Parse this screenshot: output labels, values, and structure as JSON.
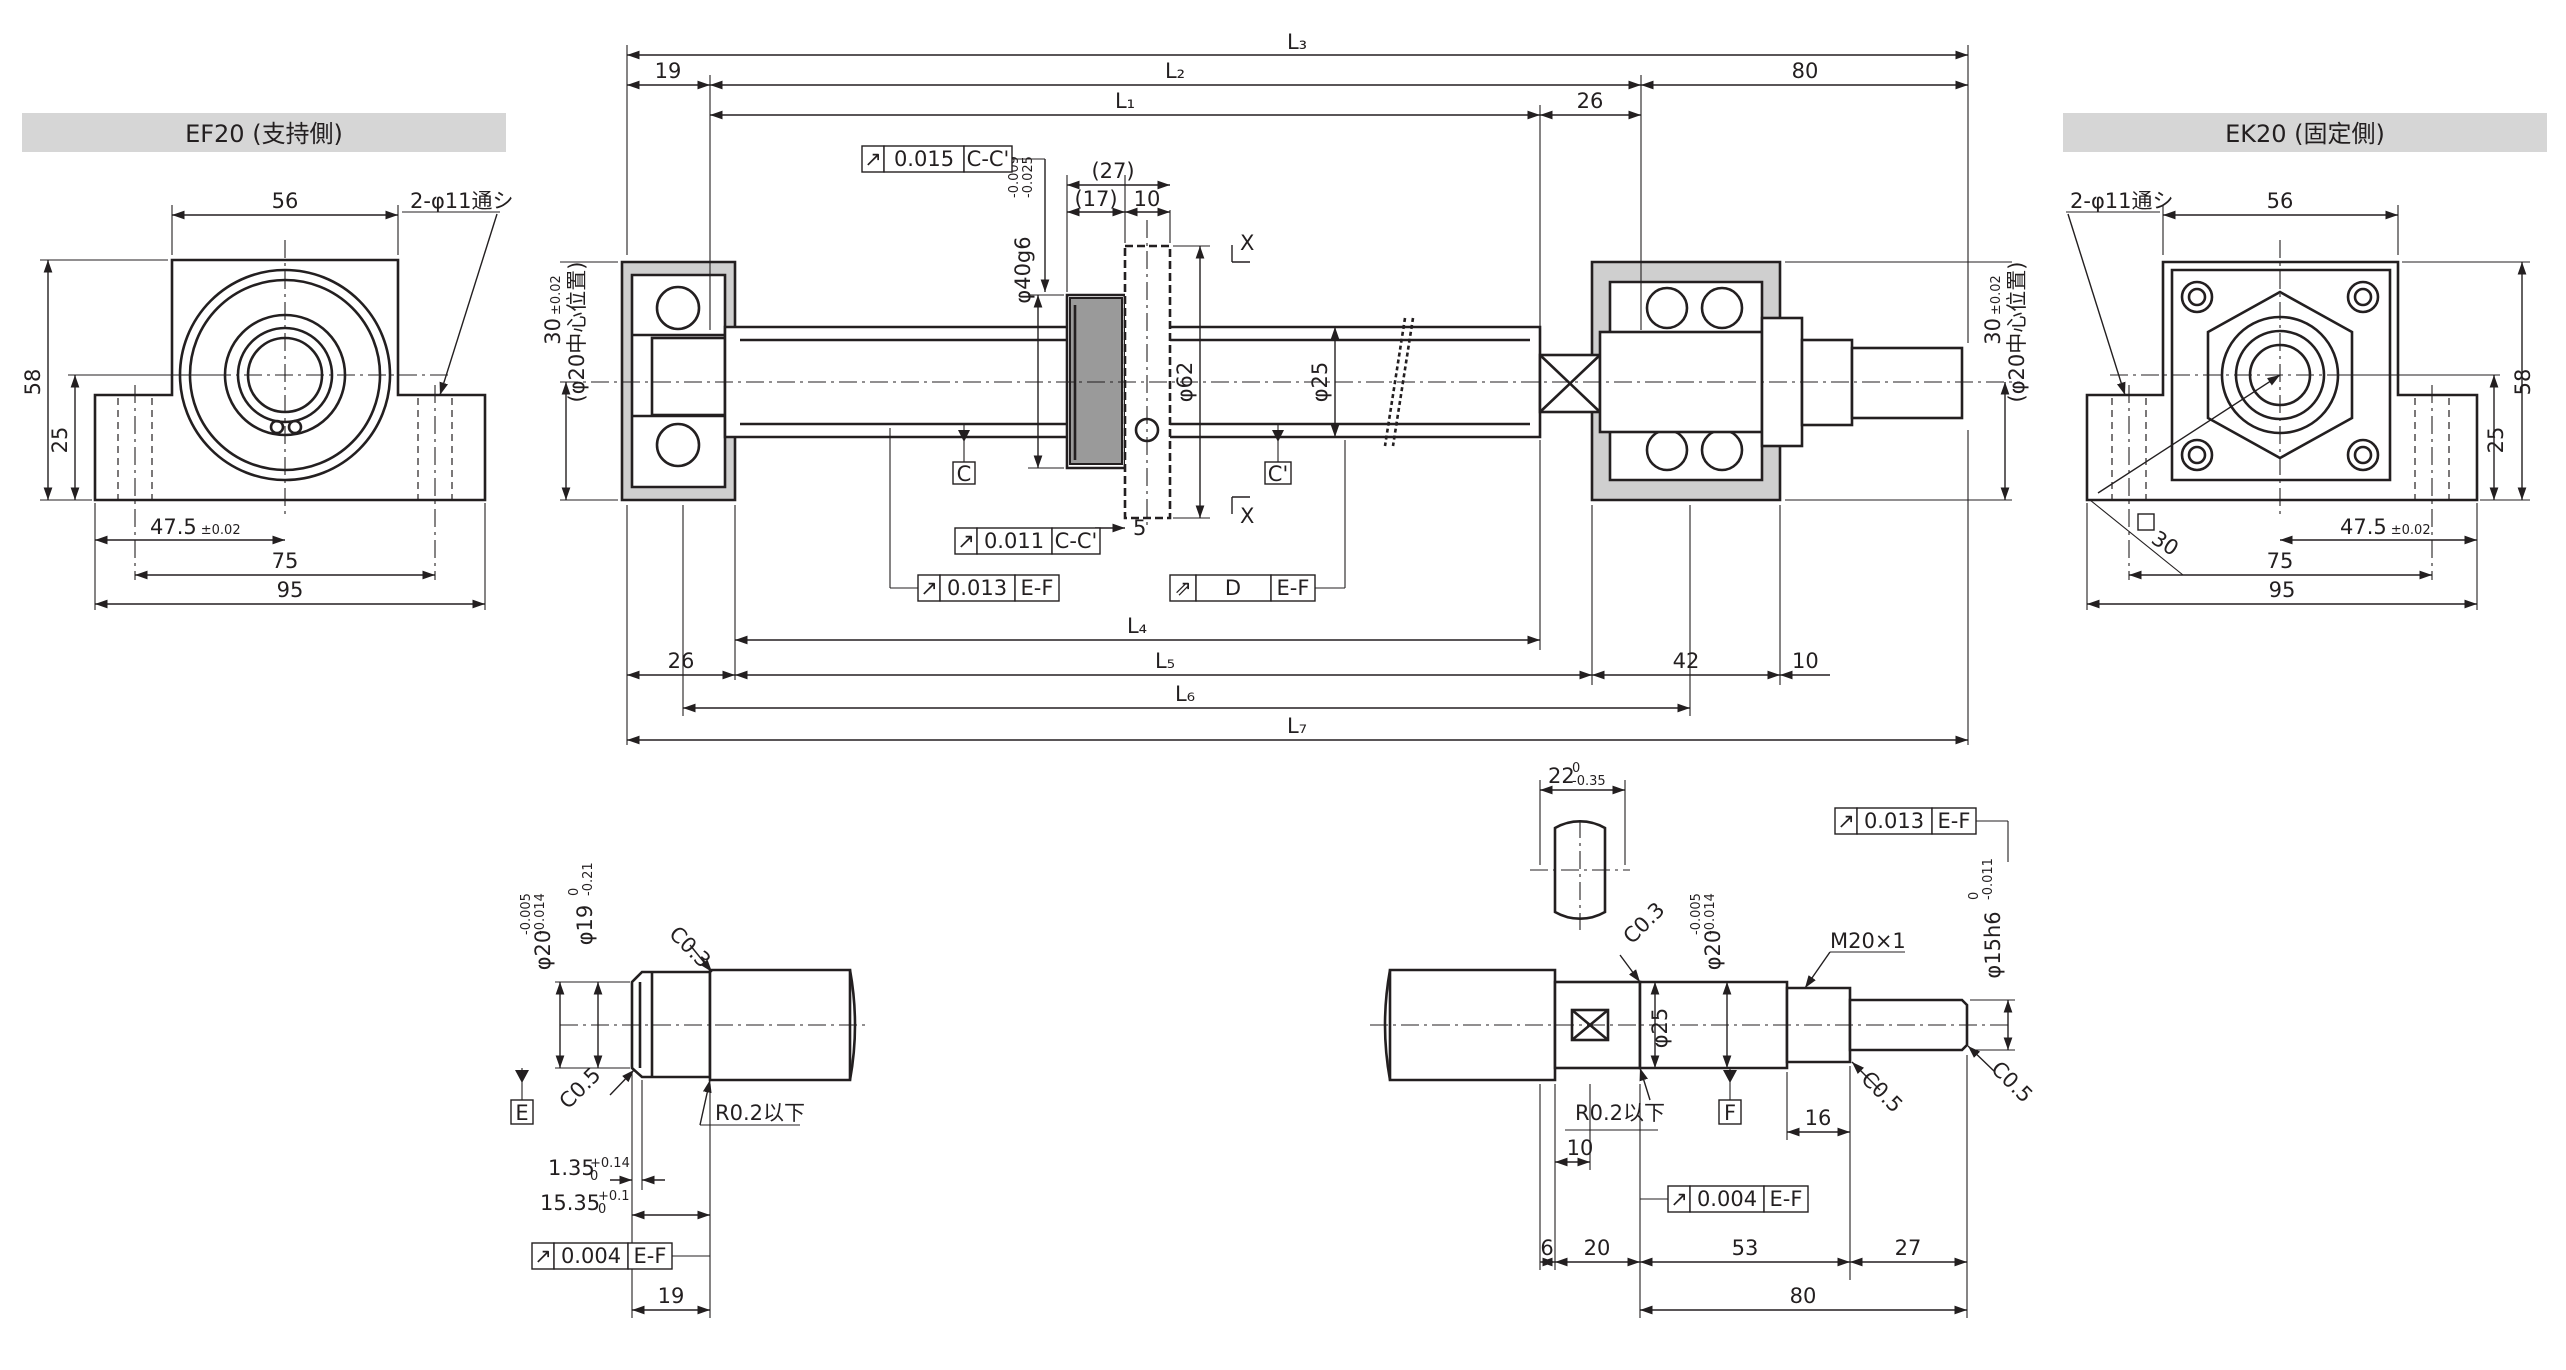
{
  "titles": {
    "left": "EF20 (支持側)",
    "right": "EK20 (固定側)"
  },
  "top": {
    "L3": "L₃",
    "L2": "L₂",
    "L1": "L₁",
    "L4": "L₄",
    "L5": "L₅",
    "L6": "L₆",
    "L7": "L₇",
    "d19": "19",
    "d80": "80",
    "d26a": "26",
    "d26b": "26",
    "d42": "42",
    "d10": "10",
    "d27": "(27)",
    "d17": "(17)",
    "d10b": "10",
    "d5": "5",
    "phi40": "φ40g6",
    "phi40_up": "-0.009",
    "phi40_lo": "-0.025",
    "phi62": "φ62",
    "phi25": "φ25",
    "center_l": "30",
    "center_l_tol": "±0.02",
    "center_l2": "(φ20中心位置)",
    "center_r": "30",
    "center_r_tol": "±0.02",
    "center_r2": "(φ20中心位置)",
    "X": "X",
    "C": "C",
    "Cp": "C'"
  },
  "ef": {
    "d56": "56",
    "hole": "2-φ11通シ",
    "d58": "58",
    "d25": "25",
    "d475": "47.5",
    "d475_tol": "±0.02",
    "d75": "75",
    "d95": "95"
  },
  "ek": {
    "d56": "56",
    "hole": "2-φ11通シ",
    "d58": "58",
    "d25": "25",
    "d475": "47.5",
    "d475_tol": "±0.02",
    "d75": "75",
    "d95": "95",
    "sq30": "30"
  },
  "tol": [
    {
      "sym": "↗",
      "val": "0.015",
      "ref": "C-C'"
    },
    {
      "sym": "↗",
      "val": "0.011",
      "ref": "C-C'"
    },
    {
      "sym": "↗",
      "val": "0.013",
      "ref": "E-F"
    },
    {
      "sym": "⇗",
      "val": "D",
      "ref": "E-F"
    },
    {
      "sym": "↗",
      "val": "0.004",
      "ref": "E-F"
    },
    {
      "sym": "↗",
      "val": "0.013",
      "ref": "E-F"
    },
    {
      "sym": "↗",
      "val": "0.004",
      "ref": "E-F"
    }
  ],
  "sl": {
    "phi20": "φ20",
    "phi20_up": "-0.005",
    "phi20_lo": "-0.014",
    "phi19": "φ19",
    "phi19_up": "0",
    "phi19_lo": "-0.21",
    "c03": "C0.3",
    "c05": "C0.5",
    "E": "E",
    "r02": "R0.2以下",
    "d135": "1.35",
    "d135_up": "+0.14",
    "d135_lo": "0",
    "d1535": "15.35",
    "d1535_up": "+0.1",
    "d1535_lo": "0",
    "d19": "19"
  },
  "sr": {
    "d22": "22",
    "d22_up": "0",
    "d22_lo": "-0.35",
    "phi20": "φ20",
    "phi20_up": "-0.005",
    "phi20_lo": "-0.014",
    "phi25": "φ25",
    "c03": "C0.3",
    "m20": "M20×1",
    "phi15": "φ15h6",
    "phi15_up": "0",
    "phi15_lo": "-0.011",
    "F": "F",
    "r02": "R0.2以下",
    "c05a": "C0.5",
    "c05b": "C0.5",
    "d16": "16",
    "d10": "10",
    "d6": "6",
    "d20": "20",
    "d53": "53",
    "d27": "27",
    "d80": "80"
  }
}
